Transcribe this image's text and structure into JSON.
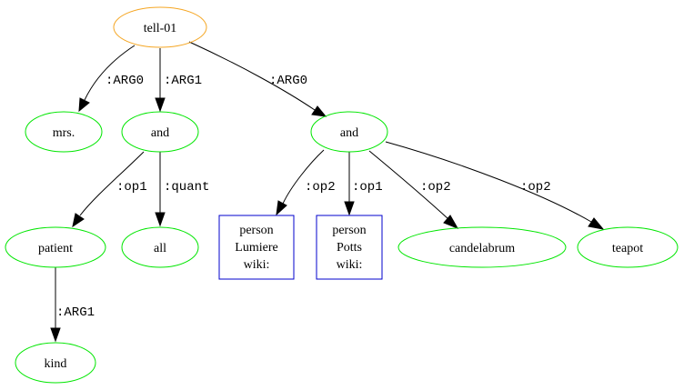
{
  "nodes": {
    "tell01": {
      "label": "tell-01",
      "shape": "ellipse",
      "color": "#f5a623"
    },
    "mrs": {
      "label": "mrs.",
      "shape": "ellipse",
      "color": "#00e600"
    },
    "and1": {
      "label": "and",
      "shape": "ellipse",
      "color": "#00e600"
    },
    "and2": {
      "label": "and",
      "shape": "ellipse",
      "color": "#00e600"
    },
    "patient": {
      "label": "patient",
      "shape": "ellipse",
      "color": "#00e600"
    },
    "all": {
      "label": "all",
      "shape": "ellipse",
      "color": "#00e600"
    },
    "kind": {
      "label": "kind",
      "shape": "ellipse",
      "color": "#00e600"
    },
    "lumiere": {
      "lines": [
        "person",
        "Lumiere",
        "wiki:"
      ],
      "shape": "box",
      "color": "#0000cc"
    },
    "potts": {
      "lines": [
        "person",
        "Potts",
        "wiki:"
      ],
      "shape": "box",
      "color": "#0000cc"
    },
    "candelabrum": {
      "label": "candelabrum",
      "shape": "ellipse",
      "color": "#00e600"
    },
    "teapot": {
      "label": "teapot",
      "shape": "ellipse",
      "color": "#00e600"
    }
  },
  "edges": {
    "tell_mrs": {
      "from": "tell01",
      "to": "mrs",
      "label": ":ARG0"
    },
    "tell_and1": {
      "from": "tell01",
      "to": "and1",
      "label": ":ARG1"
    },
    "tell_and2": {
      "from": "tell01",
      "to": "and2",
      "label": ":ARG0"
    },
    "and1_patient": {
      "from": "and1",
      "to": "patient",
      "label": ":op1"
    },
    "and1_all": {
      "from": "and1",
      "to": "all",
      "label": ":quant"
    },
    "patient_kind": {
      "from": "patient",
      "to": "kind",
      "label": ":ARG1"
    },
    "and2_lumiere": {
      "from": "and2",
      "to": "lumiere",
      "label": ":op2"
    },
    "and2_potts": {
      "from": "and2",
      "to": "potts",
      "label": ":op1"
    },
    "and2_candelabrum": {
      "from": "and2",
      "to": "candelabrum",
      "label": ":op2"
    },
    "and2_teapot": {
      "from": "and2",
      "to": "teapot",
      "label": ":op2"
    }
  }
}
